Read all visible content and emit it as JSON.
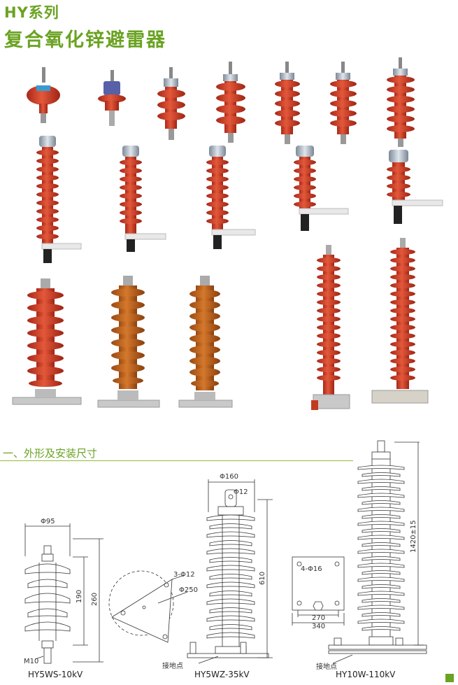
{
  "header": {
    "series_title": "HY系列",
    "product_title": "复合氧化锌避雷器"
  },
  "section": {
    "heading": "一、外形及安装尺寸"
  },
  "diagrams": {
    "d1": {
      "phi": "Φ95",
      "dim_inner": "190",
      "dim_outer": "260",
      "bolt": "M10",
      "model": "HY5WS-10kV"
    },
    "d2": {
      "phi_top": "Φ160",
      "phi_hole": "Φ12",
      "holes": "3-Φ12",
      "pcd": "Φ250",
      "height": "610",
      "ground": "接地点",
      "model": "HY5WZ-35kV"
    },
    "d3": {
      "holes": "4-Φ16",
      "w_inner": "270",
      "w_outer": "340",
      "height": "1420±15",
      "ground": "接地点",
      "model": "HY10W-110kV"
    }
  },
  "colors": {
    "accent": "#6aa321",
    "housing": "#d8472a",
    "housing_amber": "#c8671e"
  }
}
